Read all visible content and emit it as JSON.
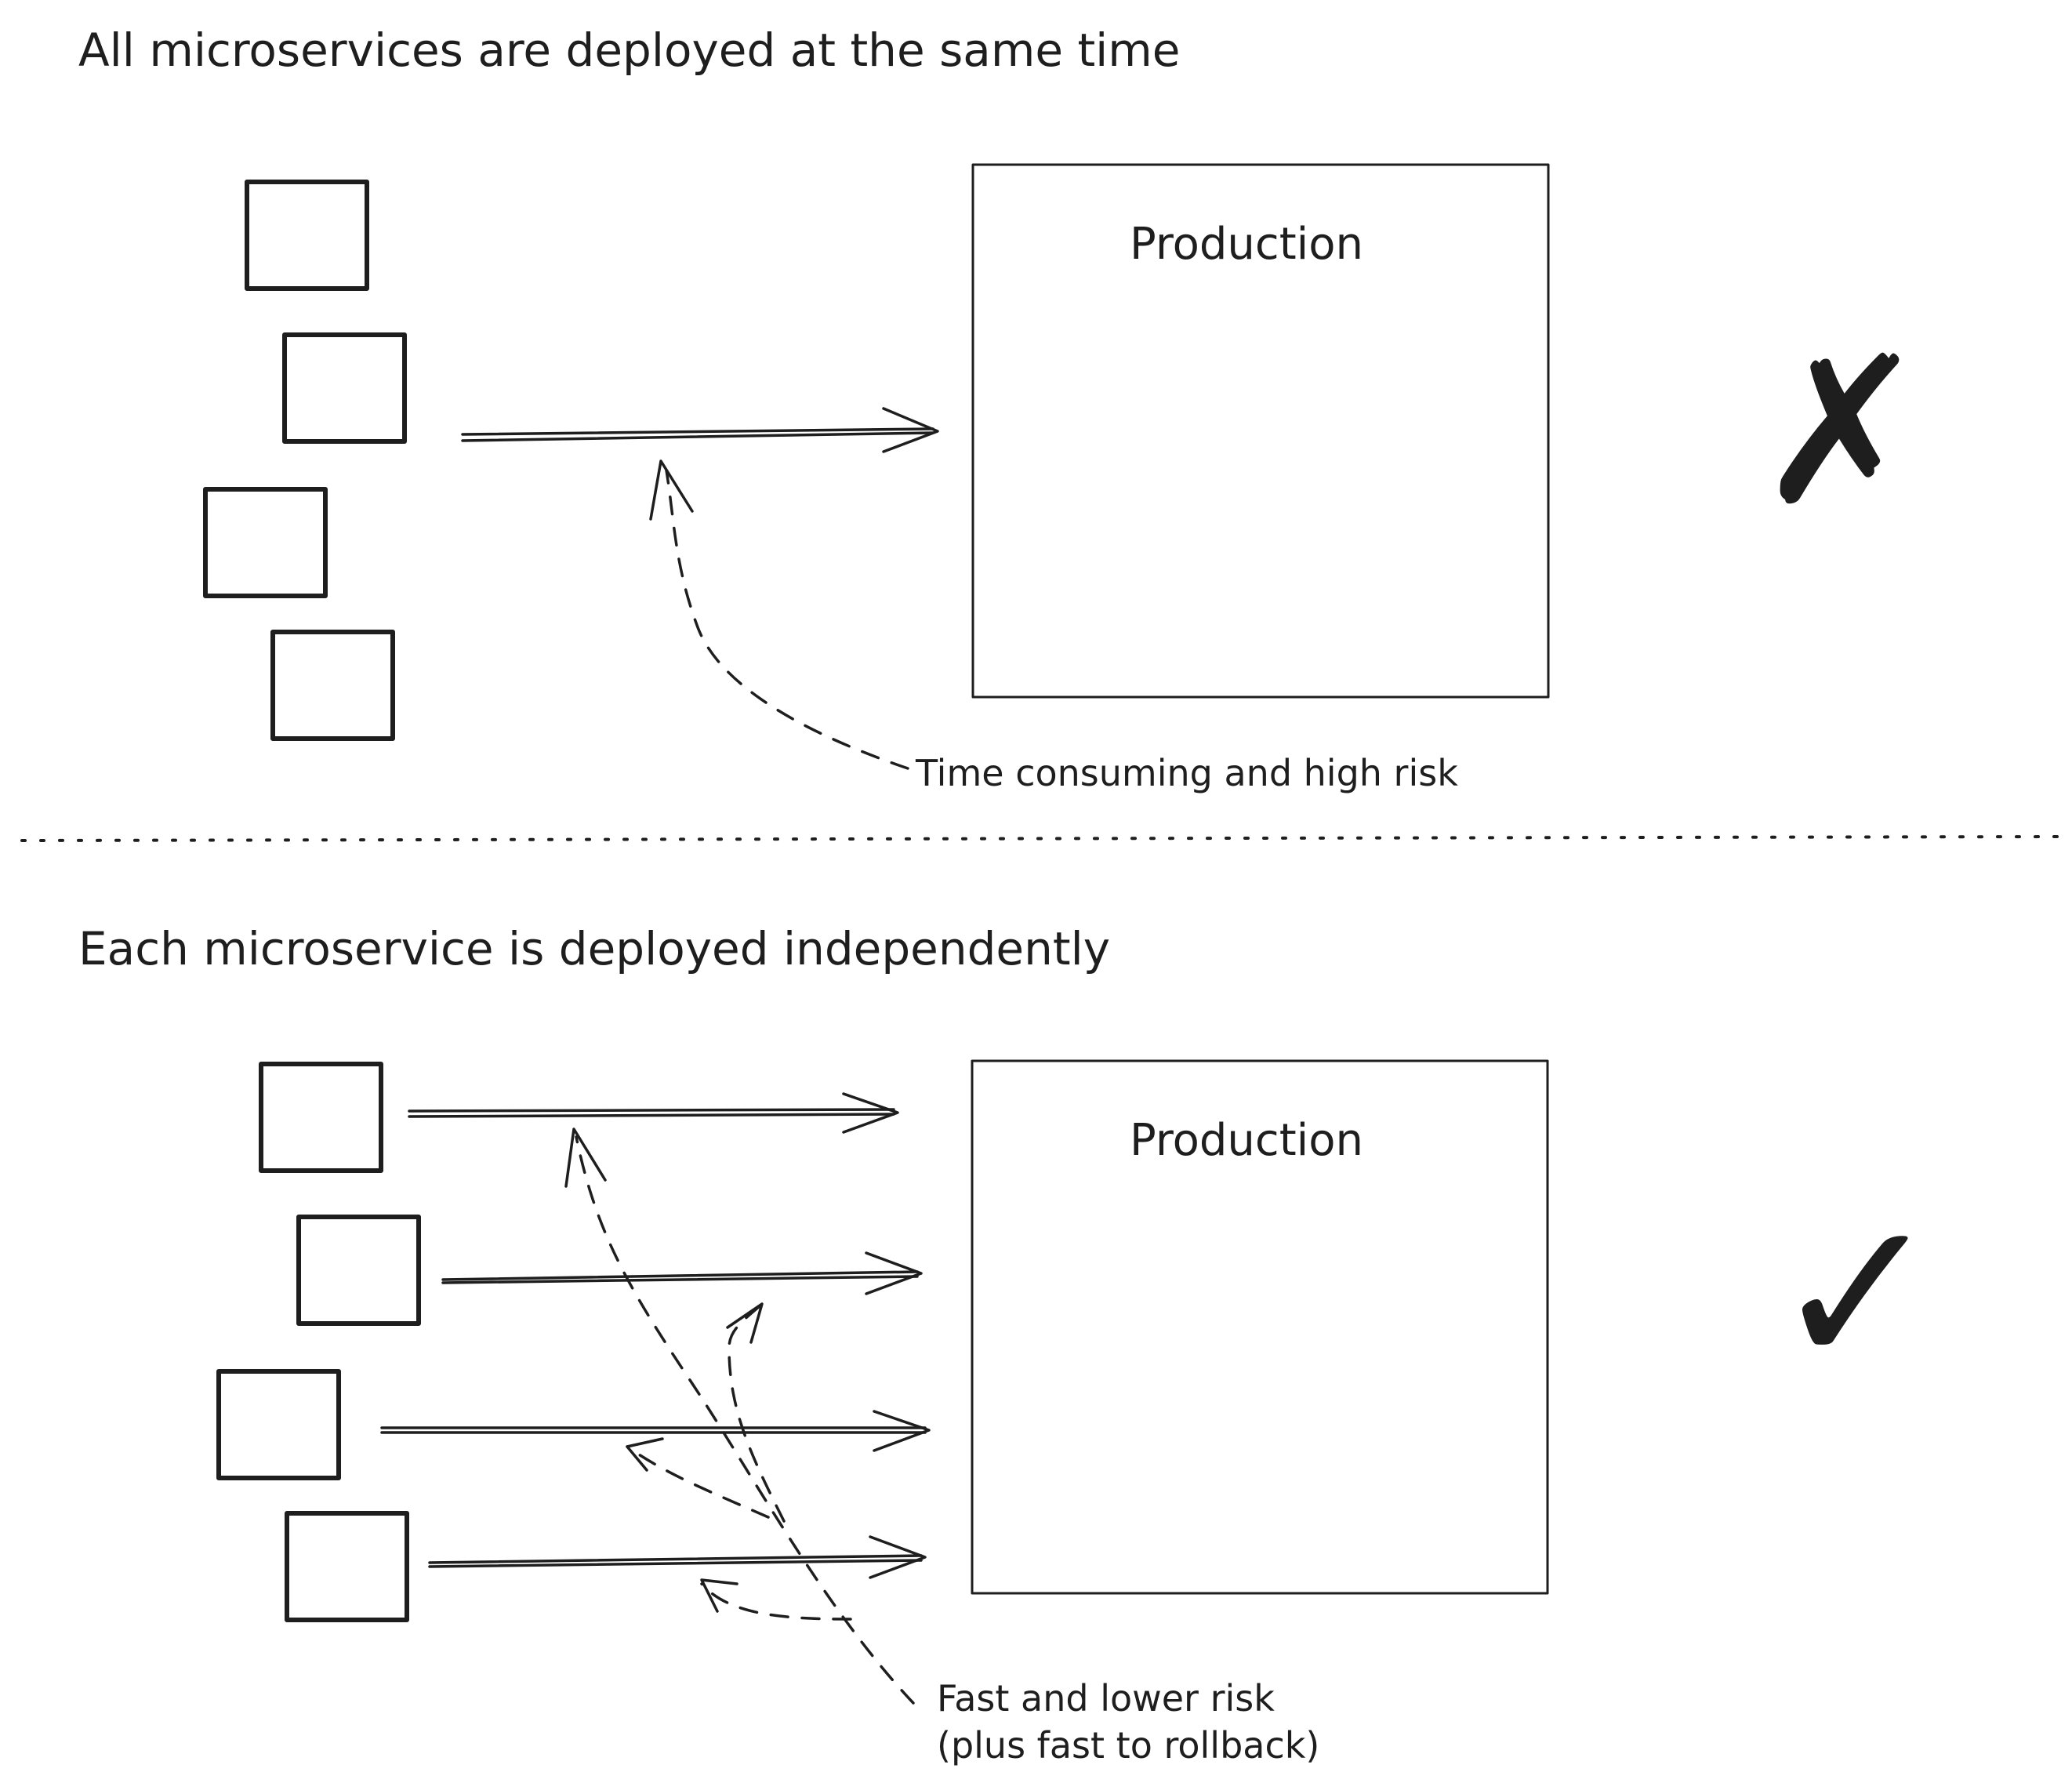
{
  "top_section": {
    "title": "All microservices are deployed at the same time",
    "production_label": "Production",
    "annotation": "Time consuming and high risk",
    "verdict": "✗",
    "verdict_icon": "cross-icon",
    "service_count": 4
  },
  "bottom_section": {
    "title": "Each microservice is deployed independently",
    "production_label": "Production",
    "annotation_line1": "Fast and lower risk",
    "annotation_line2": "(plus fast to rollback)",
    "verdict": "✓",
    "verdict_icon": "checkmark-icon",
    "service_count": 4
  },
  "colors": {
    "ink": "#1e1e1e",
    "background": "#ffffff"
  }
}
